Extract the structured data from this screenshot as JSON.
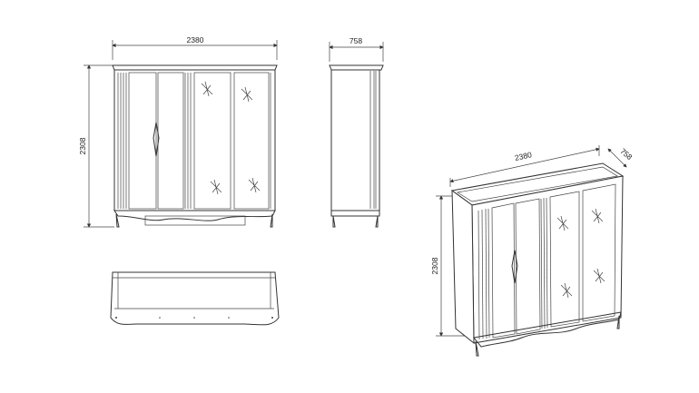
{
  "drawing": {
    "front_view": {
      "width_label": "2380",
      "height_label": "2308"
    },
    "side_view": {
      "depth_label": "758"
    },
    "iso_view": {
      "width_label": "2380",
      "depth_label": "758",
      "height_label": "2308"
    }
  },
  "colors": {
    "line": "#333333",
    "background": "#ffffff"
  }
}
